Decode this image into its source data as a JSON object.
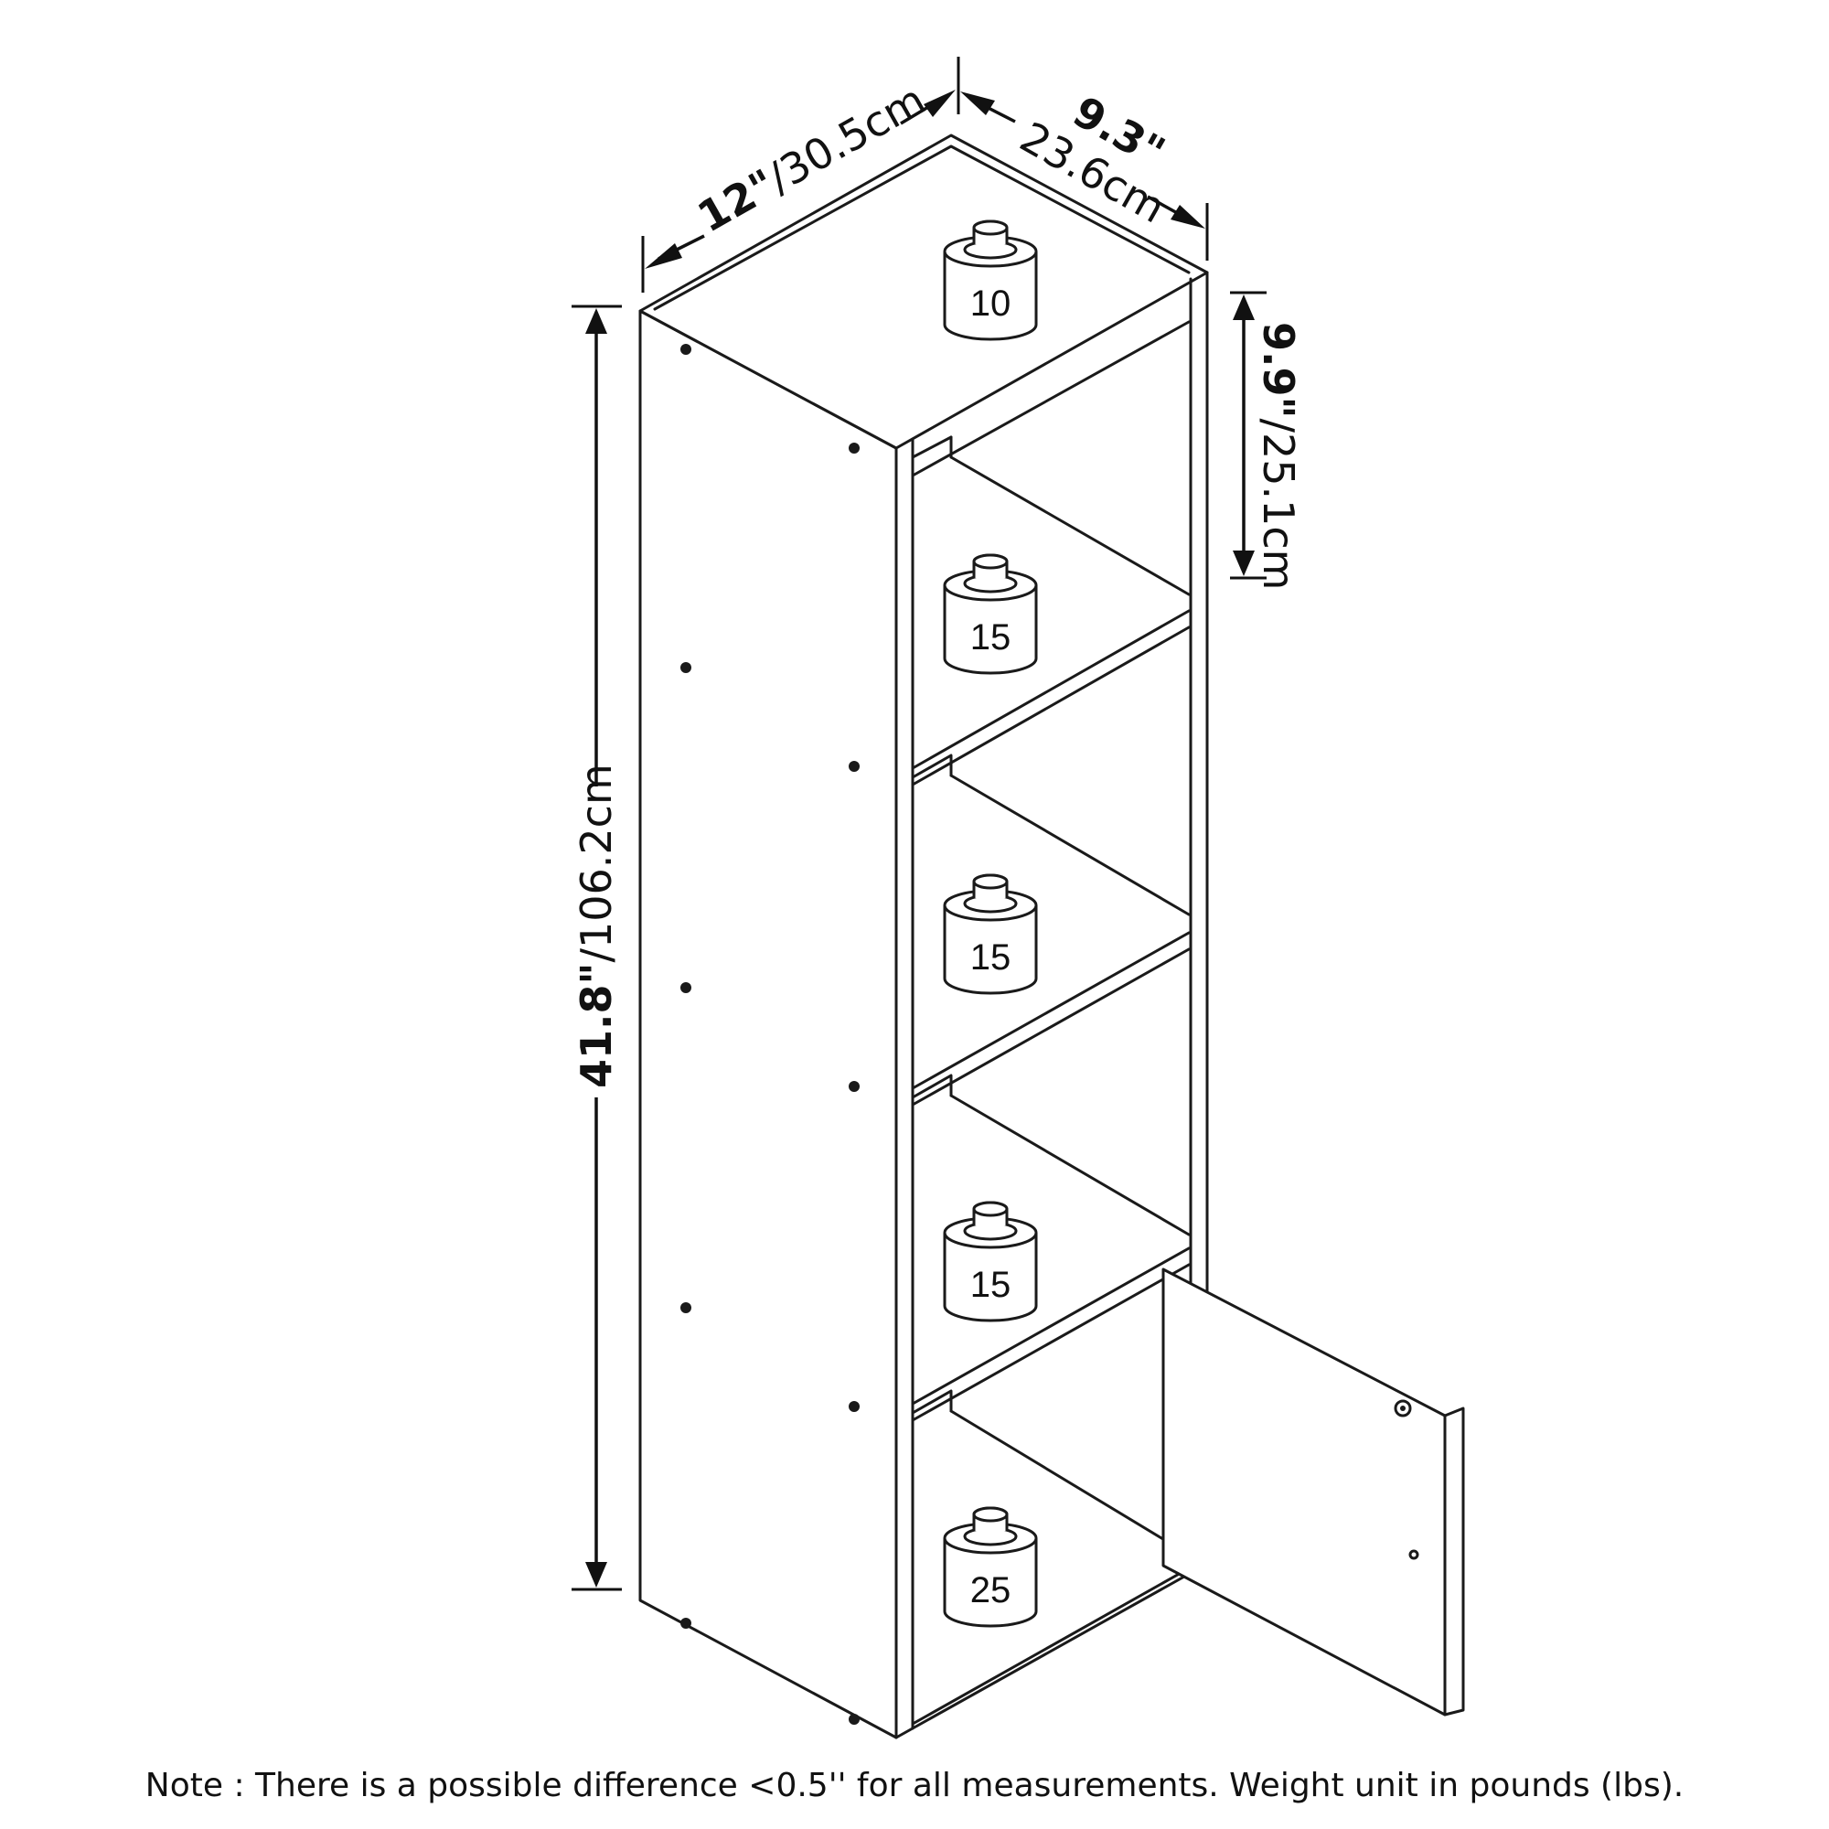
{
  "dimensions": {
    "width": {
      "imperial": "12\"",
      "metric": "/30.5cm"
    },
    "depth": {
      "imperial": "9.3\"",
      "metric": "23.6cm"
    },
    "height": {
      "imperial": "41.8\"",
      "metric": "/106.2cm"
    },
    "shelf_gap": {
      "imperial": "9.9\"",
      "metric": "/25.1cm"
    }
  },
  "weights": [
    {
      "shelf": "top",
      "value": "10"
    },
    {
      "shelf": "shelf-2",
      "value": "15"
    },
    {
      "shelf": "shelf-3",
      "value": "15"
    },
    {
      "shelf": "shelf-4",
      "value": "15"
    },
    {
      "shelf": "bottom",
      "value": "25"
    }
  ],
  "note": "Note : There is a possible difference <0.5'' for all measurements. Weight unit in pounds (lbs).",
  "colors": {
    "ink": "#1a1a1a",
    "background": "#ffffff"
  }
}
